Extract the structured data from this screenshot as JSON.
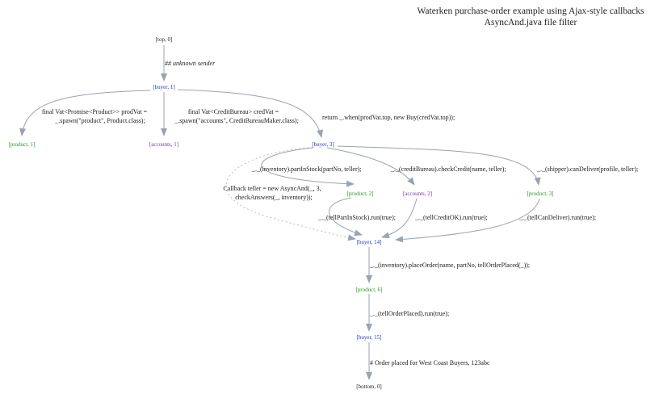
{
  "title_line1": "Waterken purchase-order example using Ajax-style callbacks",
  "title_line2": "AsyncAnd.java file filter",
  "colors": {
    "vat_black": "#222222",
    "vat_buyer": "#2233cc",
    "vat_product": "#229922",
    "vat_accounts": "#7733aa",
    "edge": "#9aa3b0"
  },
  "nodes": {
    "top0": "[top, 0]",
    "buyer1": "[buyer, 1]",
    "product1": "[product, 1]",
    "accounts1": "[accounts, 1]",
    "buyer3": "[buyer, 3]",
    "product2": "[product, 2]",
    "accounts2": "[accounts, 2]",
    "product3": "[product, 3]",
    "buyer14": "[buyer, 14]",
    "product6": "[product, 6]",
    "buyer15": "[buyer, 15]",
    "bottom0": "[bottom, 0]"
  },
  "edges": {
    "unknown_sender": "## unknown sender",
    "prodvat_1": "final Vat<Promise<Product>> prodVat =",
    "prodvat_2": "_.spawn(\"product\", Product.class);",
    "credvat_1": "final Vat<CreditBureau> credVat =",
    "credvat_2": "_.spawn(\"accounts\", CreditBureauMaker.class);",
    "return_when": "return _.when(prodVat.top, new Buy(credVat.top));",
    "part_in_stock": "_._(inventory).partInStock(partNo, teller);",
    "check_credit": "_._(creditBureau).checkCredit(name, teller);",
    "can_deliver": "_._(shipper).canDeliver(profile, teller);",
    "callback_1": "Callback teller = new AsyncAnd(_, 3,",
    "callback_2": "checkAnswers(_, inventory));",
    "tell_part": "_._(tellPartInStock).run(true);",
    "tell_credit": "_._(tellCreditOK).run(true);",
    "tell_deliver": "_._(tellCanDeliver).run(true);",
    "place_order": "_._(inventory).placeOrder(name, partNo, tellOrderPlaced(_));",
    "tell_placed": "_._(tellOrderPlaced).run(true);",
    "order_placed": "# Order placed for West Coast Buyers, 123abc"
  }
}
